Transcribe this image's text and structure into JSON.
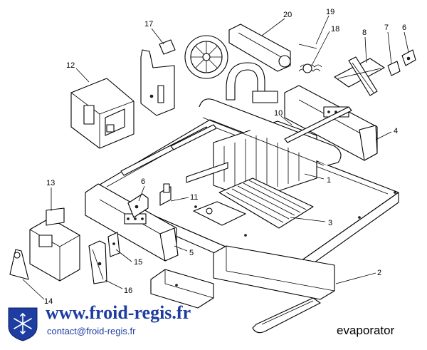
{
  "diagram": {
    "callouts": [
      "1",
      "2",
      "3",
      "4",
      "5",
      "6",
      "6",
      "7",
      "8",
      "10",
      "11",
      "12",
      "13",
      "14",
      "15",
      "16",
      "17",
      "18",
      "19",
      "20"
    ],
    "caption": "evaporator"
  },
  "branding": {
    "site_url": "www.froid-regis.fr",
    "contact": "contact@froid-regis.fr",
    "logo_icon": "snowflake-shield-icon",
    "url_color": "#1d3da0"
  }
}
